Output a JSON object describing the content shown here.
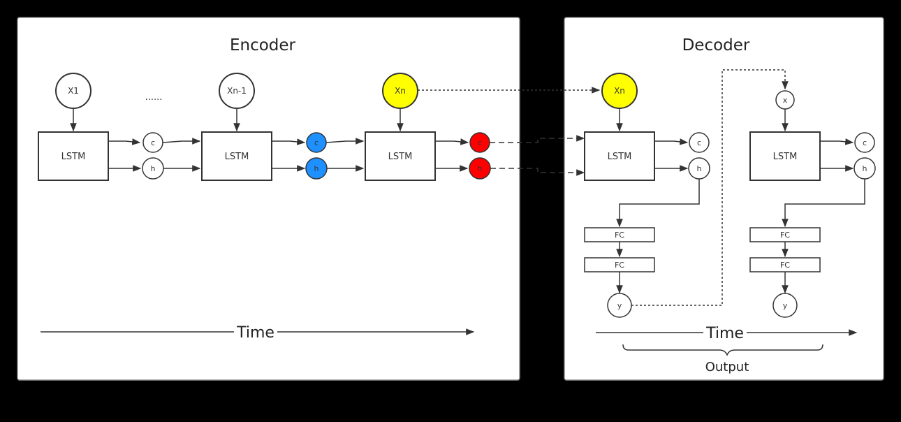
{
  "encoder": {
    "title": "Encoder",
    "inputs": [
      "X1",
      "Xn-1",
      "Xn"
    ],
    "ellipsis": "......",
    "lstm_label": "LSTM",
    "cell_label": "c",
    "hidden_label": "h",
    "time_label": "Time"
  },
  "decoder": {
    "title": "Decoder",
    "input": "Xn",
    "next_input": "x",
    "lstm_label": "LSTM",
    "cell_label": "c",
    "hidden_label": "h",
    "fc_label": "FC",
    "output_node": "y",
    "time_label": "Time",
    "output_label": "Output"
  },
  "colors": {
    "panel": "#ffffff",
    "background": "#000000",
    "highlight_input": "#ffff00",
    "intermediate_state": "#1e90ff",
    "final_state": "#ff0000",
    "stroke": "#333333"
  }
}
